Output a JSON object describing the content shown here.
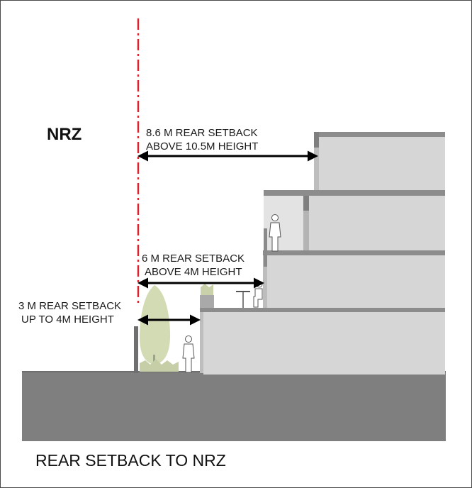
{
  "zone_label": "NRZ",
  "setbacks": {
    "upper": {
      "line1": "8.6 M REAR SETBACK",
      "line2": "ABOVE 10.5M HEIGHT"
    },
    "middle": {
      "line1": "6 M REAR SETBACK",
      "line2": "ABOVE 4M HEIGHT"
    },
    "lower": {
      "line1": "3 M REAR SETBACK",
      "line2": "UP TO 4M HEIGHT"
    }
  },
  "caption": "REAR SETBACK TO NRZ",
  "colors": {
    "boundary_line": "#d9232e",
    "ground": "#7f7f7f",
    "building": "#d6d6d6",
    "slab": "#8c8c8c",
    "tree": "#d3dbb5"
  }
}
